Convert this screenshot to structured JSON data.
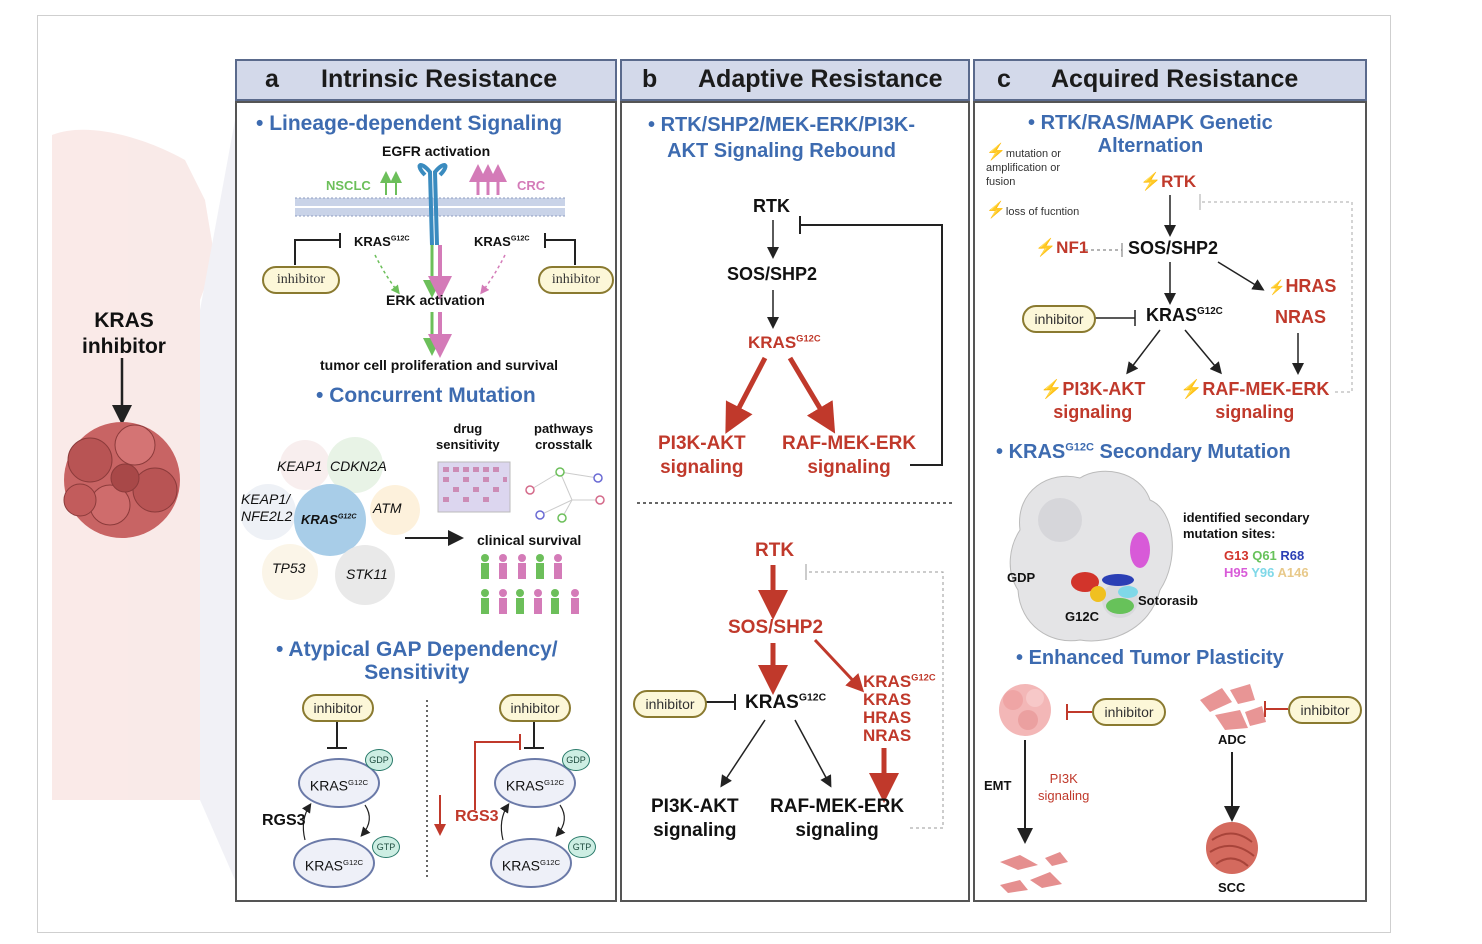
{
  "left": {
    "kras_inhibitor": "KRAS\ninhibitor"
  },
  "panels": {
    "a": {
      "letter": "a",
      "title": "Intrinsic Resistance"
    },
    "b": {
      "letter": "b",
      "title": "Adaptive Resistance"
    },
    "c": {
      "letter": "c",
      "title": "Acquired Resistance"
    }
  },
  "a": {
    "lineage": "Lineage-dependent  Signaling",
    "egfr": "EGFR activation",
    "nsclc": "NSCLC",
    "crc": "CRC",
    "kras": "KRAS",
    "sup": "G12C",
    "inhibitor": "inhibitor",
    "erk": "ERK activation",
    "tumor": "tumor cell proliferation and survival",
    "concurrent": "Concurrent Mutation",
    "genes": {
      "keap1": "KEAP1",
      "cdkn2a": "CDKN2A",
      "keap1nfe2l2": "KEAP1/\nNFE2L2",
      "atm": "ATM",
      "tp53": "TP53",
      "stk11": "STK11"
    },
    "drug": "drug\nsensitivity",
    "pathways": "pathways\ncrosstalk",
    "clinical": "clinical survival",
    "atypical": "Atypical GAP Dependency/\nSensitivity",
    "gdp": "GDP",
    "gtp": "GTP",
    "rgs3": "RGS3"
  },
  "b": {
    "rebound": "RTK/SHP2/MEK-ERK/PI3K-\nAKT Signaling Rebound",
    "rtk": "RTK",
    "sos": "SOS/SHP2",
    "kras": "KRAS",
    "sup": "G12C",
    "pi3k": "PI3K-AKT\nsignaling",
    "raf": "RAF-MEK-ERK\nsignaling",
    "inhibitor": "inhibitor",
    "ras_list": "KRAS\nHRAS\nNRAS"
  },
  "c": {
    "genetic": "RTK/RAS/MAPK Genetic\nAlternation",
    "legend_mut": "mutation or\namplification or\nfusion",
    "legend_loss": "loss of fucntion",
    "rtk": "RTK",
    "nf1": "NF1",
    "sos": "SOS/SHP2",
    "hras": "HRAS",
    "nras": "NRAS",
    "inhibitor": "inhibitor",
    "kras": "KRAS",
    "sup": "G12C",
    "pi3k": "PI3K-AKT\nsignaling",
    "raf": "RAF-MEK-ERK\nsignaling",
    "secondary": "Secondary Mutation",
    "identified": "identified secondary\nmutation sites:",
    "sites": [
      {
        "t": "G13",
        "c": "#d2342b"
      },
      {
        "t": "Q61",
        "c": "#67c25a"
      },
      {
        "t": "R68",
        "c": "#2b3fb5"
      },
      {
        "t": "H95",
        "c": "#d85ad8"
      },
      {
        "t": "Y96",
        "c": "#7fd8e8"
      },
      {
        "t": "A146",
        "c": "#e8c98a"
      }
    ],
    "gdp": "GDP",
    "g12c": "G12C",
    "sotorasib": "Sotorasib",
    "plasticity": "Enhanced Tumor Plasticity",
    "emt": "EMT",
    "pi3k_sig": "PI3K\nsignaling",
    "adc": "ADC",
    "scc": "SCC"
  },
  "colors": {
    "blue": "#3d6bb0",
    "red": "#c0392b",
    "header_bg": "#d3d9ea",
    "inhibitor_bg": "#fcf7d8"
  }
}
